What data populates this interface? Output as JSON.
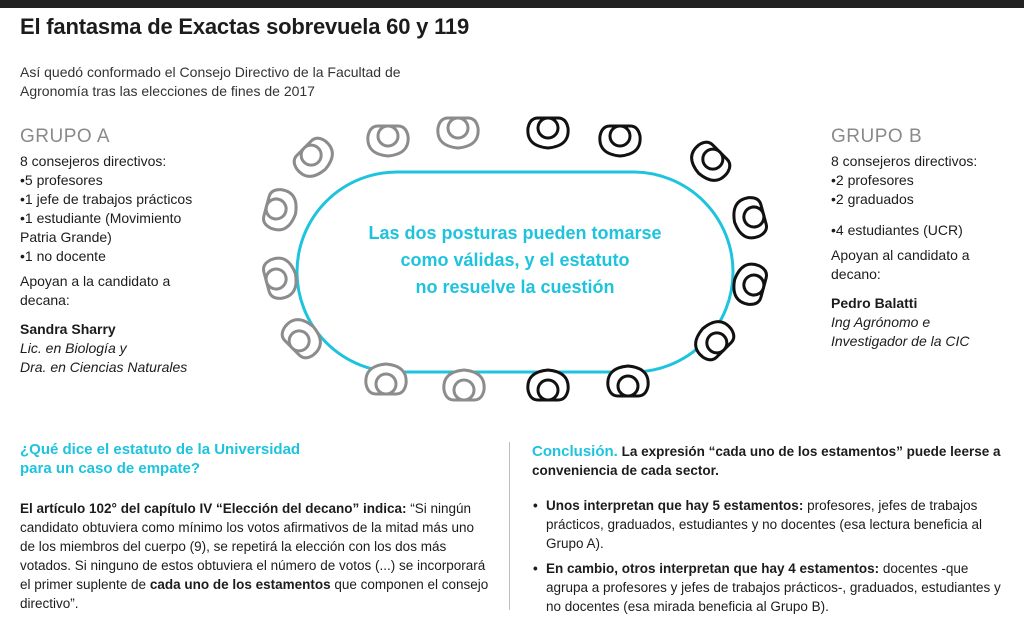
{
  "title": "El fantasma de Exactas sobrevuela 60 y 119",
  "subtitle": "Así quedó conformado el Consejo Directivo de la Facultad de Agronomía tras las elecciones de fines de 2017",
  "group_a": {
    "heading": "GRUPO A",
    "count_line": "8 consejeros directivos:",
    "items": [
      "•5 profesores",
      "•1 jefe de trabajos prácticos",
      "•1 estudiante (Movimiento",
      "Patria Grande)",
      "•1 no docente"
    ],
    "support_line1": "Apoyan a la candidato a",
    "support_line2": "decana:",
    "candidate": "Sandra Sharry",
    "cred1": "Lic. en Biología y",
    "cred2": "Dra. en Ciencias Naturales"
  },
  "group_b": {
    "heading": "GRUPO B",
    "count_line": "8 consejeros directivos:",
    "items": [
      "•2 profesores",
      "•2 graduados",
      "•4 estudiantes (UCR)"
    ],
    "support_line1": "Apoyan al candidato a",
    "support_line2": "decano:",
    "candidate": "Pedro Balatti",
    "cred1": "Ing Agrónomo e",
    "cred2": "Investigador de la CIC"
  },
  "table_text": [
    "Las dos posturas pueden tomarse",
    "como válidas, y el estatuto",
    "no resuelve la cuestión"
  ],
  "colors": {
    "accent": "#1ec3dd",
    "group_a": "#8c8c8c",
    "group_b": "#111111"
  },
  "question": {
    "title1": "¿Qué dice el estatuto de la Universidad",
    "title2": "para un caso de empate?",
    "lead": "El artículo 102° del capítulo IV “Elección del decano” indica:",
    "body": " “Si ningún candidato obtuviera como mínimo los votos afirmativos de la mitad más uno de los miembros del cuerpo (9), se repetirá la elección con los dos más votados. Si ninguno de estos obtuviera el número de votos (...) se incorporará el primer suplente de ",
    "bold_end": "cada uno de los estamentos",
    "tail": " que componen el consejo directivo”."
  },
  "conclusion": {
    "title": "Conclusión.",
    "intro": " La expresión “cada uno de los estamentos” puede leerse a conveniencia de cada sector.",
    "bullet_char": "•",
    "b1_bold": "Unos interpretan que hay 5 estamentos:",
    "b1_text": " profesores, jefes de trabajos prácticos, graduados, estudiantes y no docentes (esa lectura beneficia al Grupo A).",
    "b2_bold": "En cambio, otros interpretan que hay 4 estamentos:",
    "b2_text": " docentes -que agrupa a profesores y jefes de trabajos prácticos-, graduados, estudiantes y no docentes (esa mirada beneficia al Grupo B)."
  }
}
